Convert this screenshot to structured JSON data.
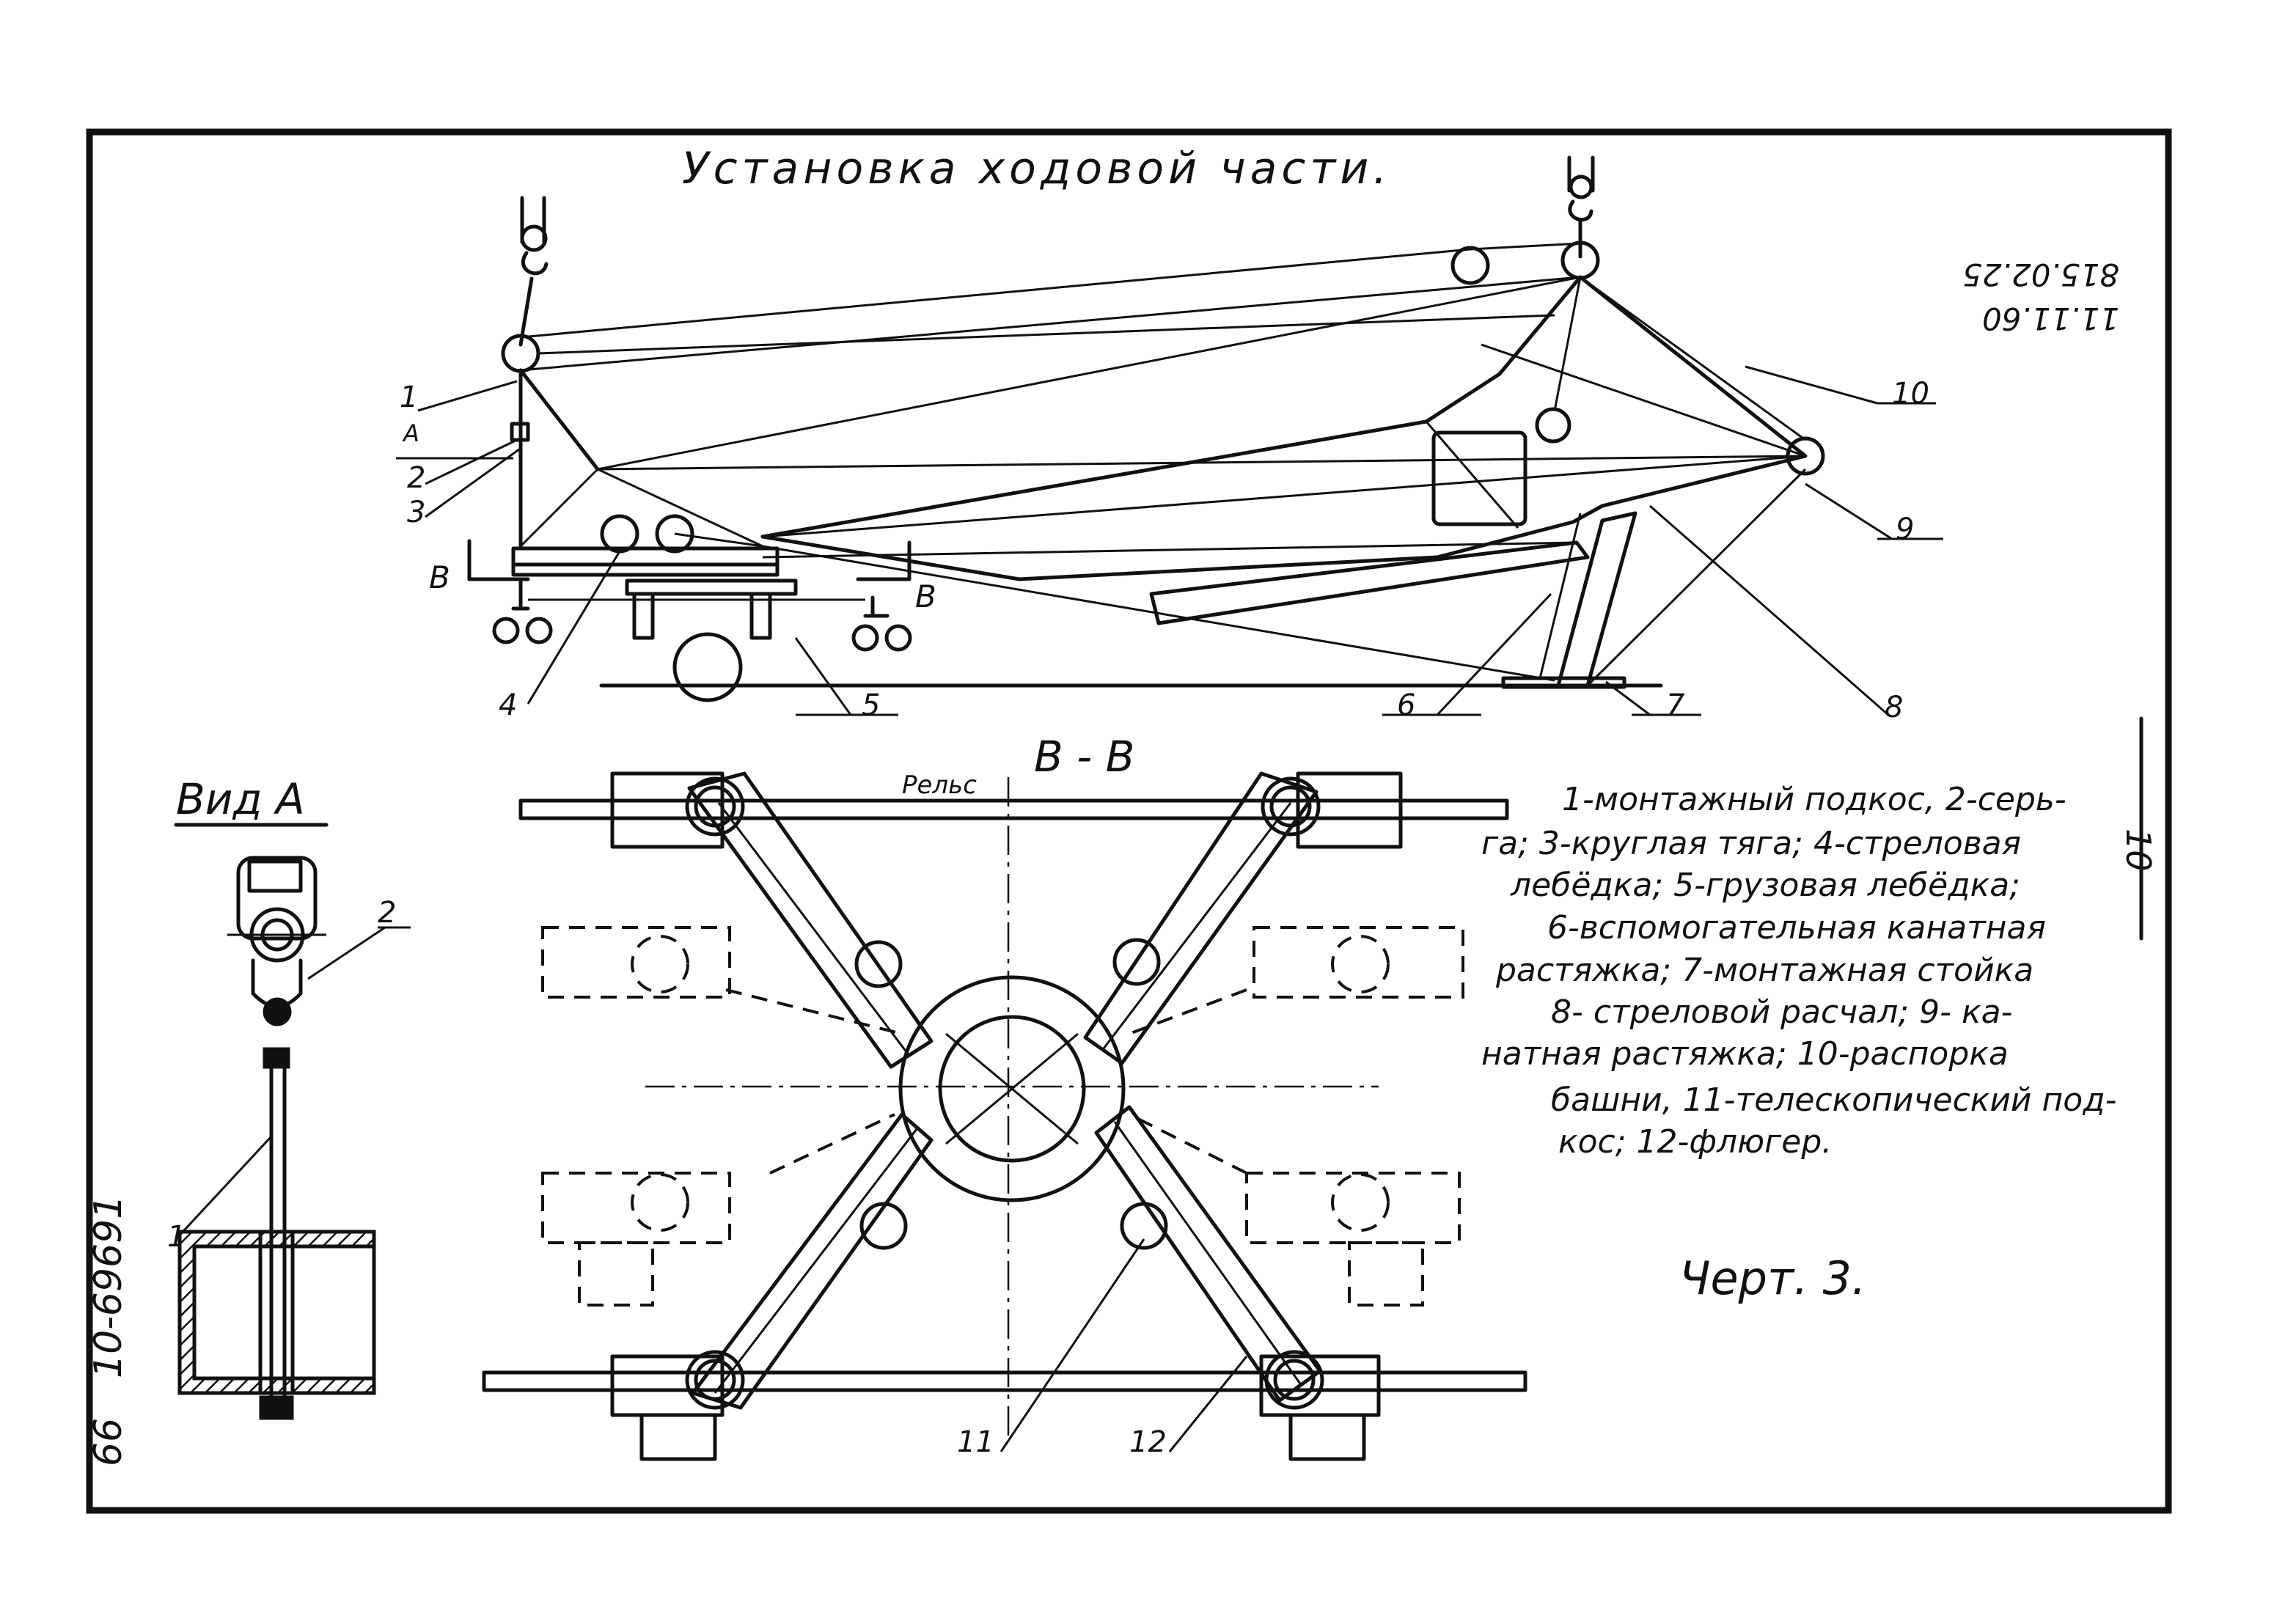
{
  "title": "Установка ходовой части.",
  "stamp": {
    "date": "11.11.60",
    "code": "815.02.25"
  },
  "side_code": "10",
  "page_number": "66",
  "sheet_code": "10-69691",
  "view_a_label": "Вид А",
  "section_label": "В - В",
  "rail_label": "Рельс",
  "section_markers": [
    "В",
    "В"
  ],
  "point_a_label": "А",
  "callouts": {
    "n1": "1",
    "n2": "2",
    "n3": "3",
    "n4": "4",
    "n5": "5",
    "n6": "6",
    "n7": "7",
    "n8": "8",
    "n9": "9",
    "n10": "10",
    "n11": "11",
    "n12": "12",
    "view_a_2": "2",
    "view_a_1": "1"
  },
  "legend_lines": [
    "1-монтажный подкос, 2-серь-",
    "га; 3-круглая тяга; 4-стреловая",
    "лебёдка; 5-грузовая лебёдка;",
    "6-вспомогательная канатная",
    "растяжка; 7-монтажная стойка",
    "8- стреловой расчал; 9- ка-",
    "натная растяжка; 10-распорка",
    "башни, 11-телескопический под-",
    "кос; 12-флюгер."
  ],
  "drawing_number": "Черт. 3."
}
